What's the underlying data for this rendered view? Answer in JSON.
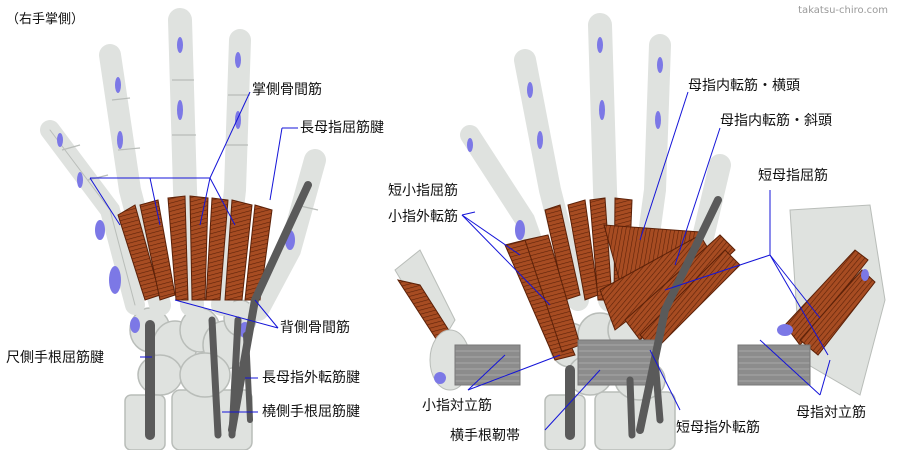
{
  "caption": "（右手掌側）",
  "watermark": "takatsu-chiro.com",
  "colors": {
    "bone": "#dfe2df",
    "bone_shade": "#b9bdb9",
    "attachment": "#7c78e6",
    "muscle": "#a74c22",
    "muscle_dark": "#5c2108",
    "tendon": "#5a5a5a",
    "retinaculum": "#8c8c8c",
    "leader": "#1414d8"
  },
  "labels": {
    "palmar_interossei": "掌側骨間筋",
    "fpl_tendon": "長母指屈筋腱",
    "dorsal_interossei": "背側骨間筋",
    "fcu_tendon": "尺側手根屈筋腱",
    "apl_tendon": "長母指外転筋腱",
    "fcr_tendon": "橈側手根屈筋腱",
    "adductor_transverse": "母指内転筋・横頭",
    "adductor_oblique": "母指内転筋・斜頭",
    "fdm_brevis": "短小指屈筋",
    "adm": "小指外転筋",
    "fpb": "短母指屈筋",
    "odm": "小指対立筋",
    "flexor_retinaculum": "横手根靭帯",
    "apb": "短母指外転筋",
    "opponens_pollicis": "母指対立筋"
  }
}
